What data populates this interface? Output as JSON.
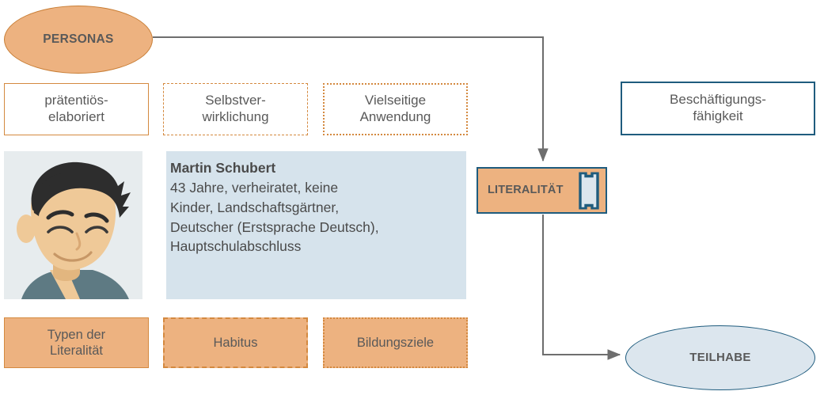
{
  "diagram": {
    "title_nodes": {
      "personas": "PERSONAS",
      "teilhabe": "TEILHABE",
      "literalitaet": "LITERALITÄT"
    },
    "top_attributes": [
      {
        "label": "prätentiös-\nelaboriert",
        "border": "solid",
        "color": "#D4893F",
        "fill": "#ffffff"
      },
      {
        "label": "Selbstver-\nwirklichung",
        "border": "dashed",
        "color": "#D4893F",
        "fill": "#ffffff"
      },
      {
        "label": "Vielseitige\nAnwendung",
        "border": "dotted",
        "color": "#D4893F",
        "fill": "#ffffff"
      }
    ],
    "outcome_box": {
      "label": "Beschäftigungs-\nfähigkeit",
      "border": "solid",
      "color": "#1F5C7E",
      "fill": "#ffffff"
    },
    "bottom_attributes": [
      {
        "label": "Typen der\nLiteralität",
        "border": "solid",
        "color": "#D4893F",
        "fill": "#EDB280"
      },
      {
        "label": "Habitus",
        "border": "dashed",
        "color": "#D4893F",
        "fill": "#EDB280"
      },
      {
        "label": "Bildungsziele",
        "border": "dotted",
        "color": "#D4893F",
        "fill": "#EDB280"
      }
    ],
    "persona_card": {
      "name": "Martin Schubert",
      "description": "43 Jahre, verheiratet, keine\nKinder, Landschaftsgärtner,\nDeutscher (Erstsprache Deutsch),\nHauptschulabschluss",
      "avatar_alt": "male-avatar-illustration"
    },
    "icons": {
      "literalitaet_icon": "book-spine-icon"
    },
    "colors": {
      "orange_fill": "#EDB280",
      "orange_border": "#D4893F",
      "blue_border": "#1F5C7E",
      "blue_fill": "#DCE6EE",
      "persona_panel": "#D6E3EC",
      "avatar_panel": "#E7ECEE",
      "connector": "#6E6E6E",
      "text": "#595959"
    },
    "connectors": [
      {
        "from": "personas",
        "to": "literalitaet",
        "style": "elbow-arrow"
      },
      {
        "from": "literalitaet",
        "to": "teilhabe",
        "style": "elbow-arrow"
      }
    ]
  }
}
